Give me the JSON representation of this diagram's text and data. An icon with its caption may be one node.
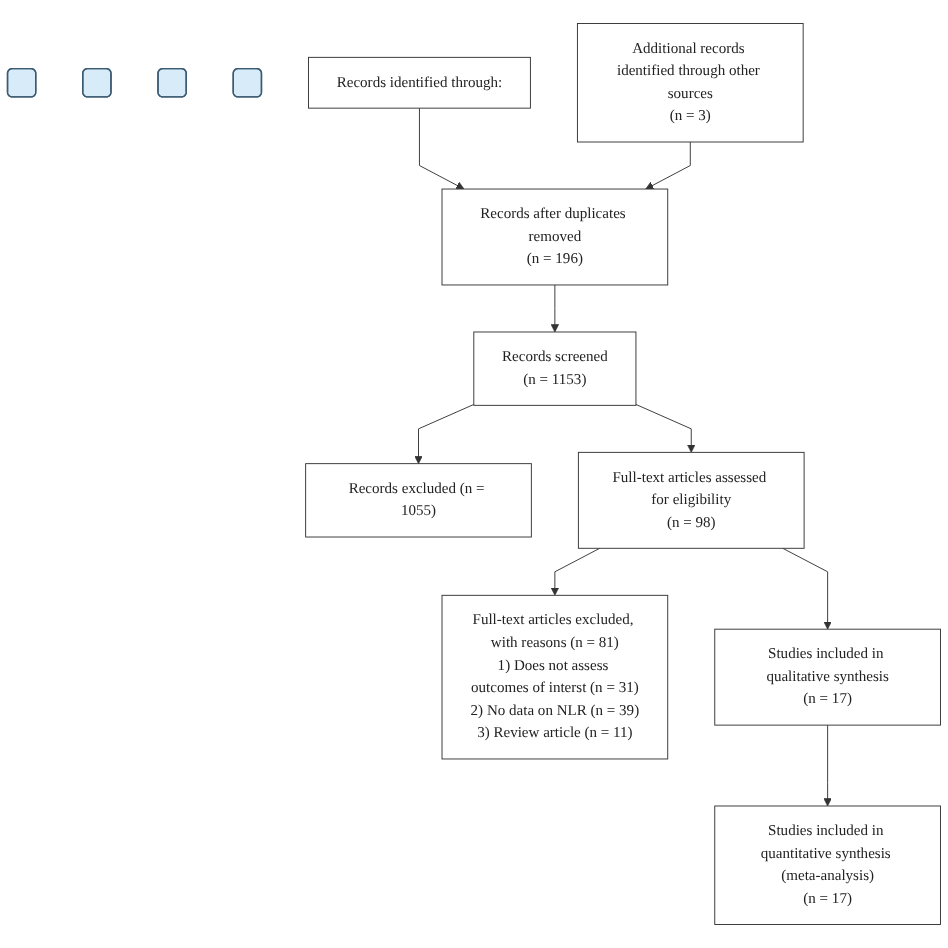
{
  "diagram": {
    "nodes": [
      {
        "text": [],
        "shape": "box"
      },
      {
        "text": [],
        "shape": "box"
      },
      {
        "text": [],
        "shape": "box"
      },
      {
        "text": [],
        "shape": "box"
      },
      {
        "text": [
          "Records identified through:"
        ]
      },
      {
        "text": [
          "Additional records identified through other sources",
          "(n = 3)"
        ]
      },
      {
        "text": [
          "Records after duplicates removed",
          "(n = 196)"
        ]
      },
      {
        "text": [
          "Records screened",
          "(n = 1153)"
        ]
      },
      {
        "text": [
          "Records excluded (n = 1055)"
        ]
      },
      {
        "text": [
          "Full-text articles assessed for eligibility",
          "(n = 98)"
        ]
      },
      {
        "text": [
          "Full-text articles excluded, with reasons (n = 81)",
          "1) Does not assess outcomes of interst (n = 31)",
          "2) No data on NLR (n = 39)",
          "3) Review article (n = 11)"
        ]
      },
      {
        "text": [
          "Studies included in qualitative synthesis",
          "(n = 17)"
        ]
      },
      {
        "text": [
          "Studies included in quantitative synthesis (meta-analysis)",
          "(n = 17)"
        ]
      }
    ],
    "edges": [
      {
        "from": 4,
        "to": 6,
        "arrow": "to"
      },
      {
        "from": 5,
        "to": 6,
        "arrow": "to"
      },
      {
        "from": 6,
        "to": 7,
        "arrow": "to"
      },
      {
        "from": 7,
        "to": 8,
        "arrow": "to"
      },
      {
        "from": 7,
        "to": 9,
        "arrow": "to"
      },
      {
        "from": 9,
        "to": 10,
        "arrow": "to"
      },
      {
        "from": 9,
        "to": 11,
        "arrow": "to"
      },
      {
        "from": 11,
        "to": 12,
        "arrow": "to"
      }
    ]
  }
}
